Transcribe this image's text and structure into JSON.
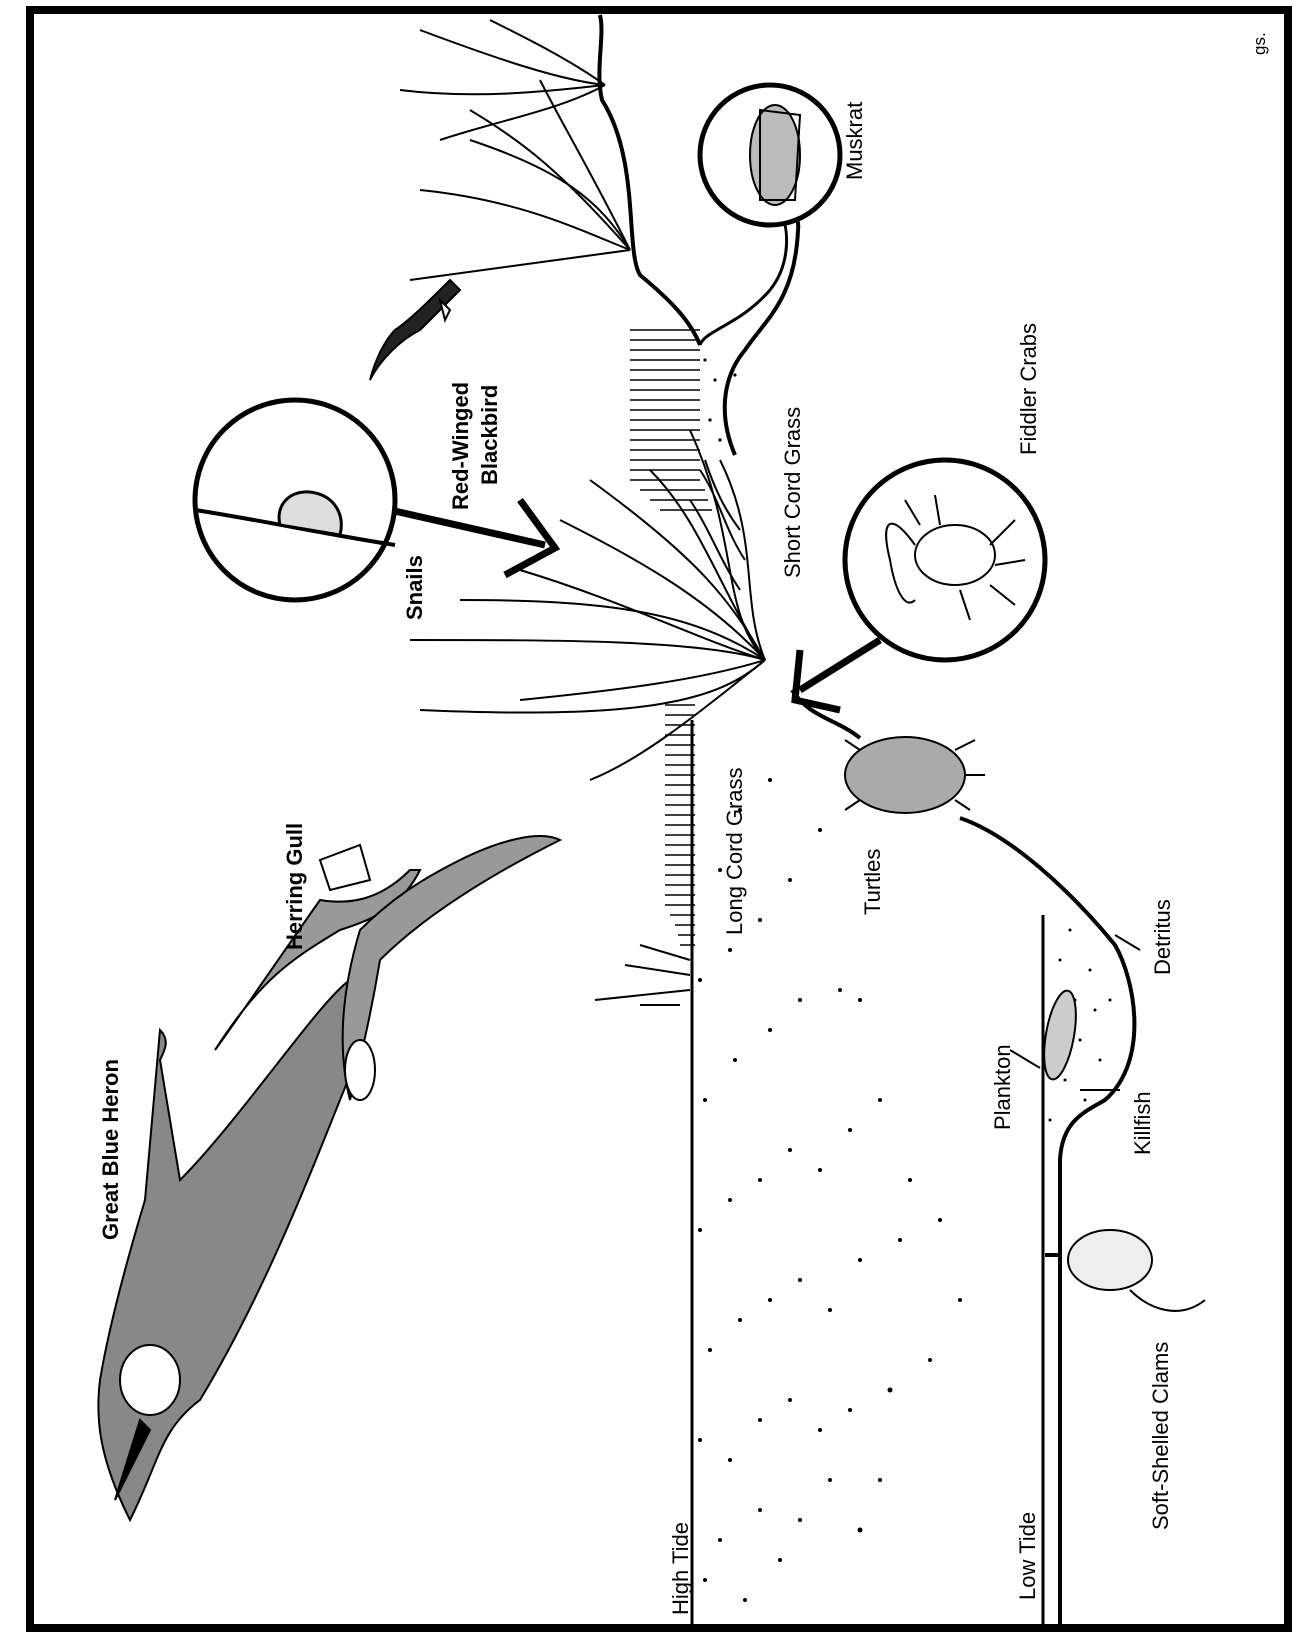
{
  "diagram": {
    "corner_mark": "gs.",
    "labels": {
      "great_blue_heron": "Great Blue Heron",
      "herring_gull": "Herring Gull",
      "snails": "Snails",
      "red_winged_line1": "Red-Winged",
      "red_winged_line2": "Blackbird",
      "muskrat": "Muskrat",
      "short_cord_grass": "Short Cord Grass",
      "fiddler_crabs": "Fiddler Crabs",
      "long_cord_grass": "Long Cord Grass",
      "turtles": "Turtles",
      "detritus": "Detritus",
      "plankton": "Plankton",
      "killfish": "Killfish",
      "soft_shelled_clams": "Soft-Shelled Clams",
      "high_tide": "High Tide",
      "low_tide": "Low Tide"
    }
  }
}
